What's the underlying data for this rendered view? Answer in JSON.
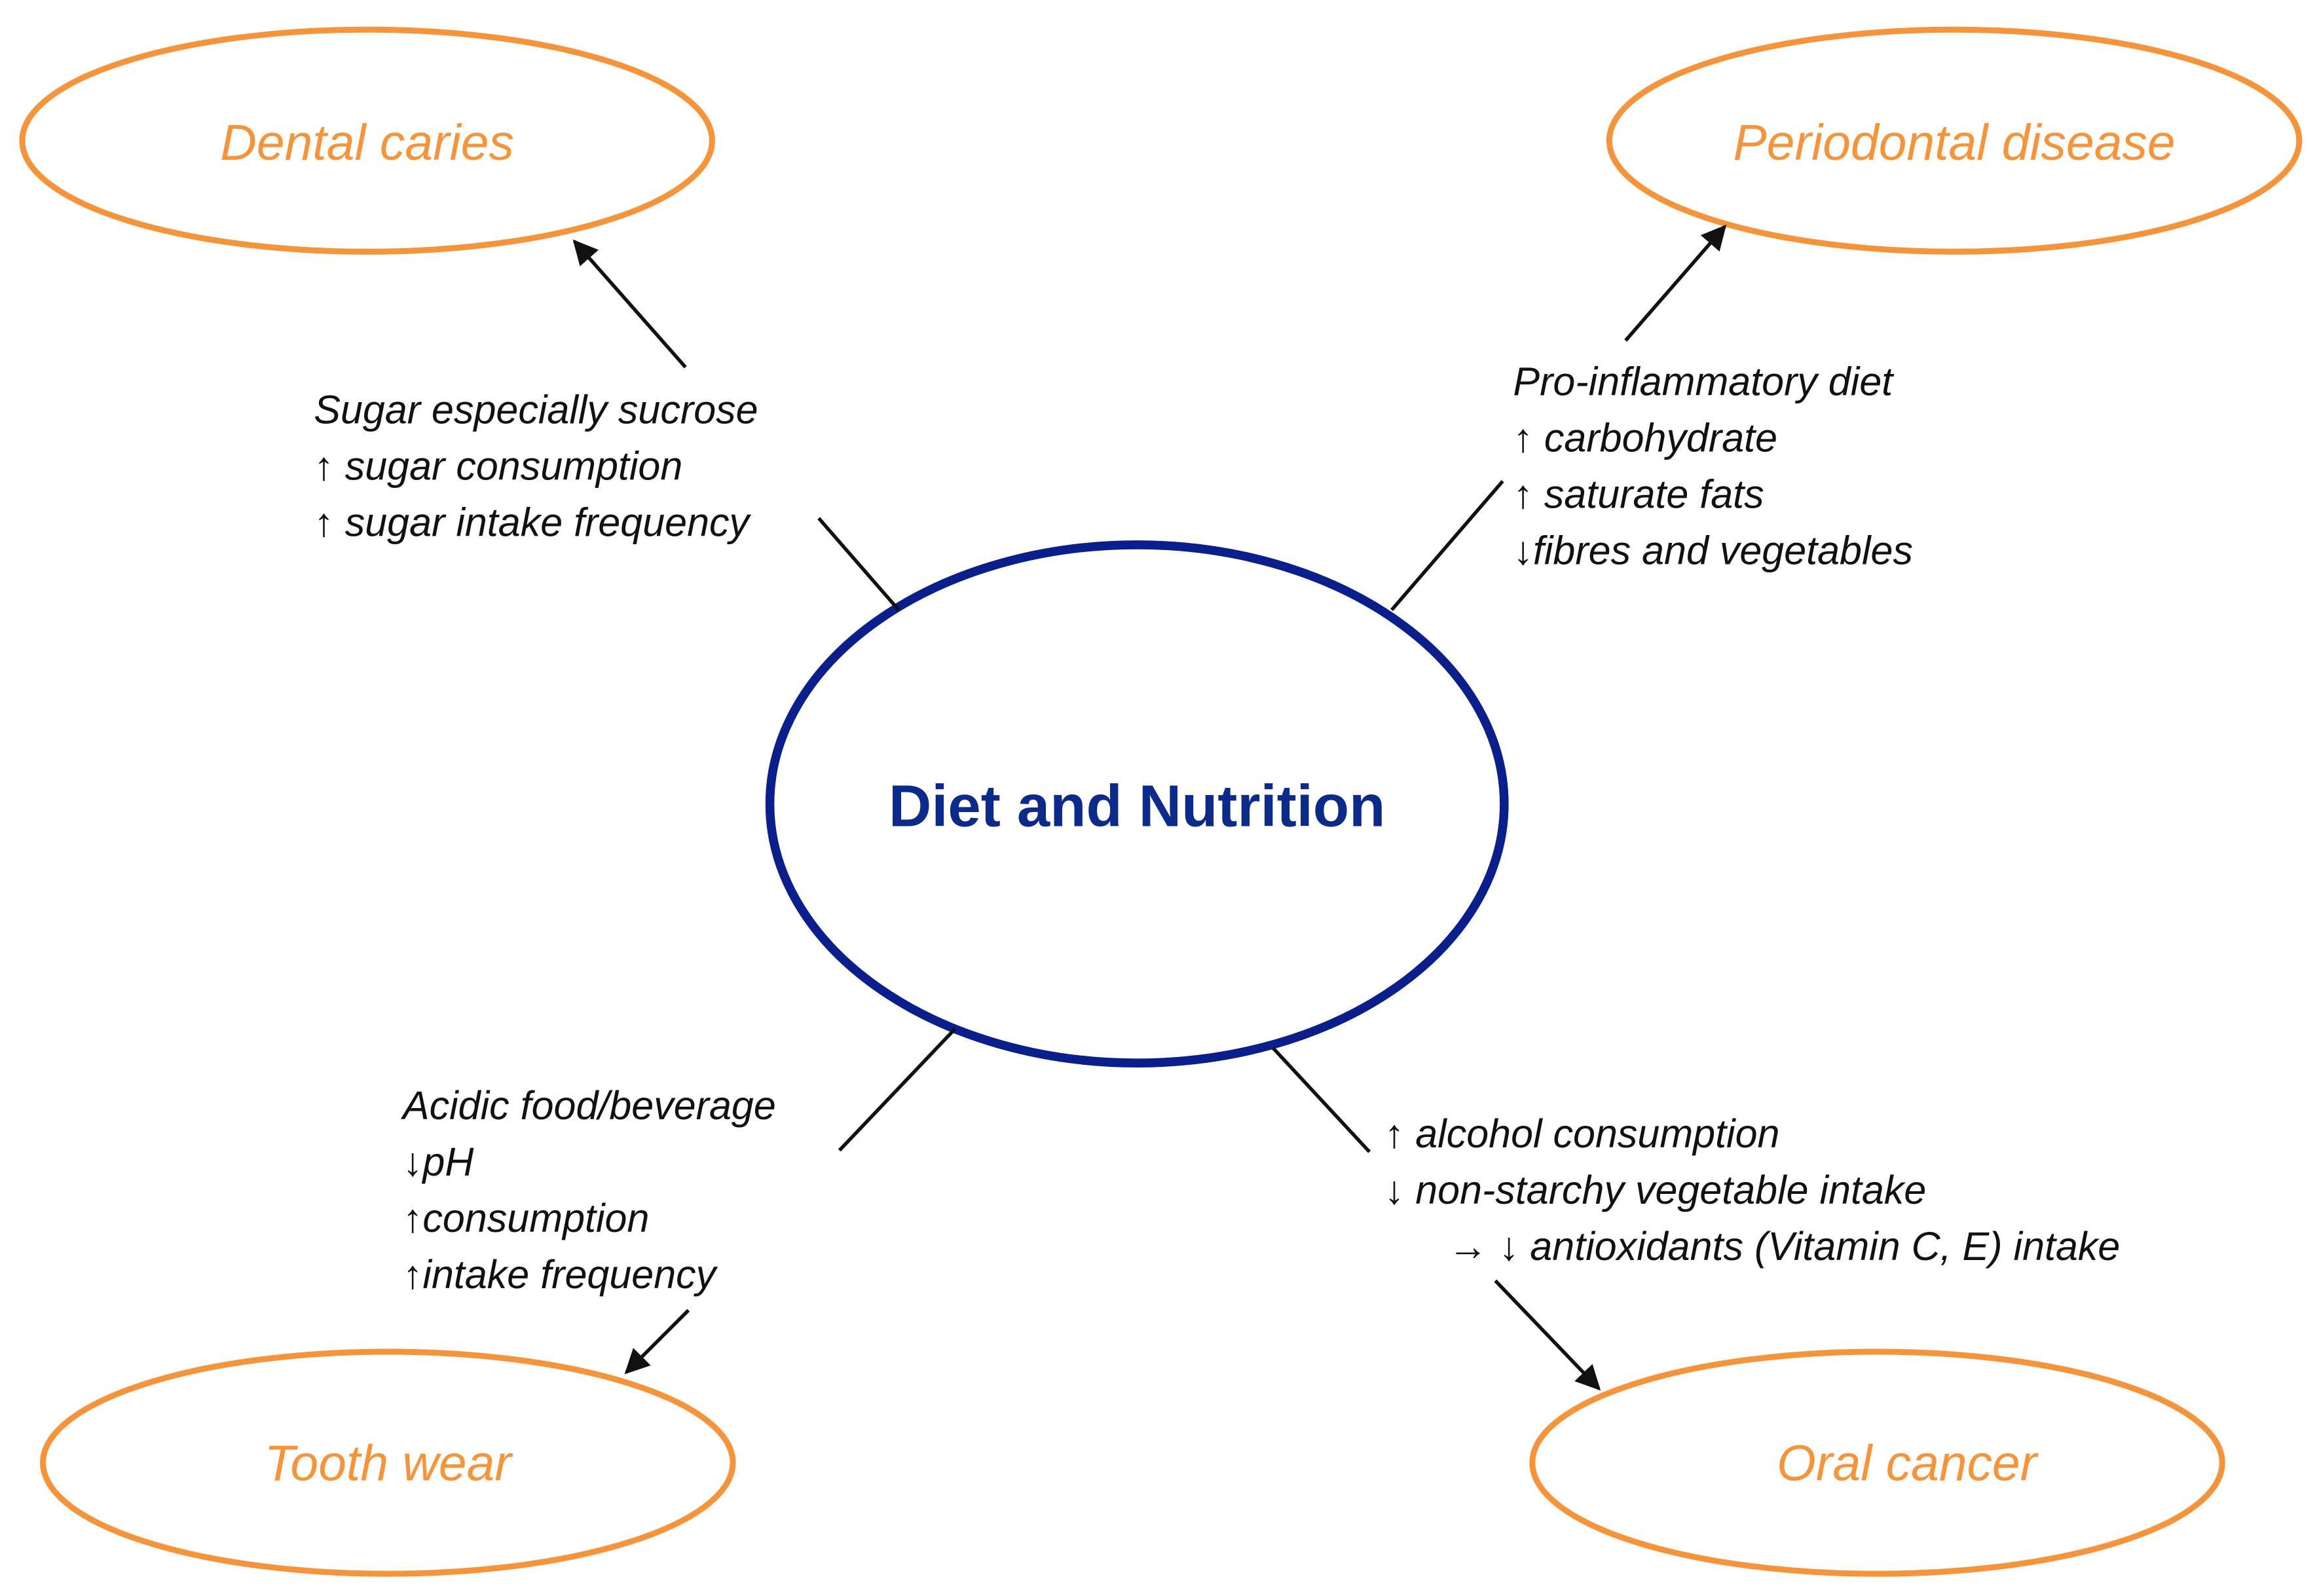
{
  "center": {
    "label": "Diet and Nutrition"
  },
  "colors": {
    "outcome": "#F5943A",
    "center": "#0A1E8C",
    "text": "#111111"
  },
  "outcomes": {
    "dental_caries": {
      "label": "Dental caries",
      "factors": [
        "Sugar especially sucrose",
        "↑ sugar consumption",
        "↑ sugar intake frequency"
      ]
    },
    "periodontal_disease": {
      "label": "Periodontal disease",
      "factors": [
        "Pro-inflammatory diet",
        "↑ carbohydrate",
        "↑ saturate fats",
        "↓fibres and vegetables"
      ]
    },
    "tooth_wear": {
      "label": "Tooth wear",
      "factors": [
        "Acidic food/beverage",
        "↓pH",
        "↑consumption",
        "↑intake frequency"
      ]
    },
    "oral_cancer": {
      "label": "Oral cancer",
      "factors": [
        "↑ alcohol consumption",
        "↓ non-starchy vegetable intake",
        "→ ↓ antioxidants (Vitamin C, E) intake"
      ]
    }
  }
}
